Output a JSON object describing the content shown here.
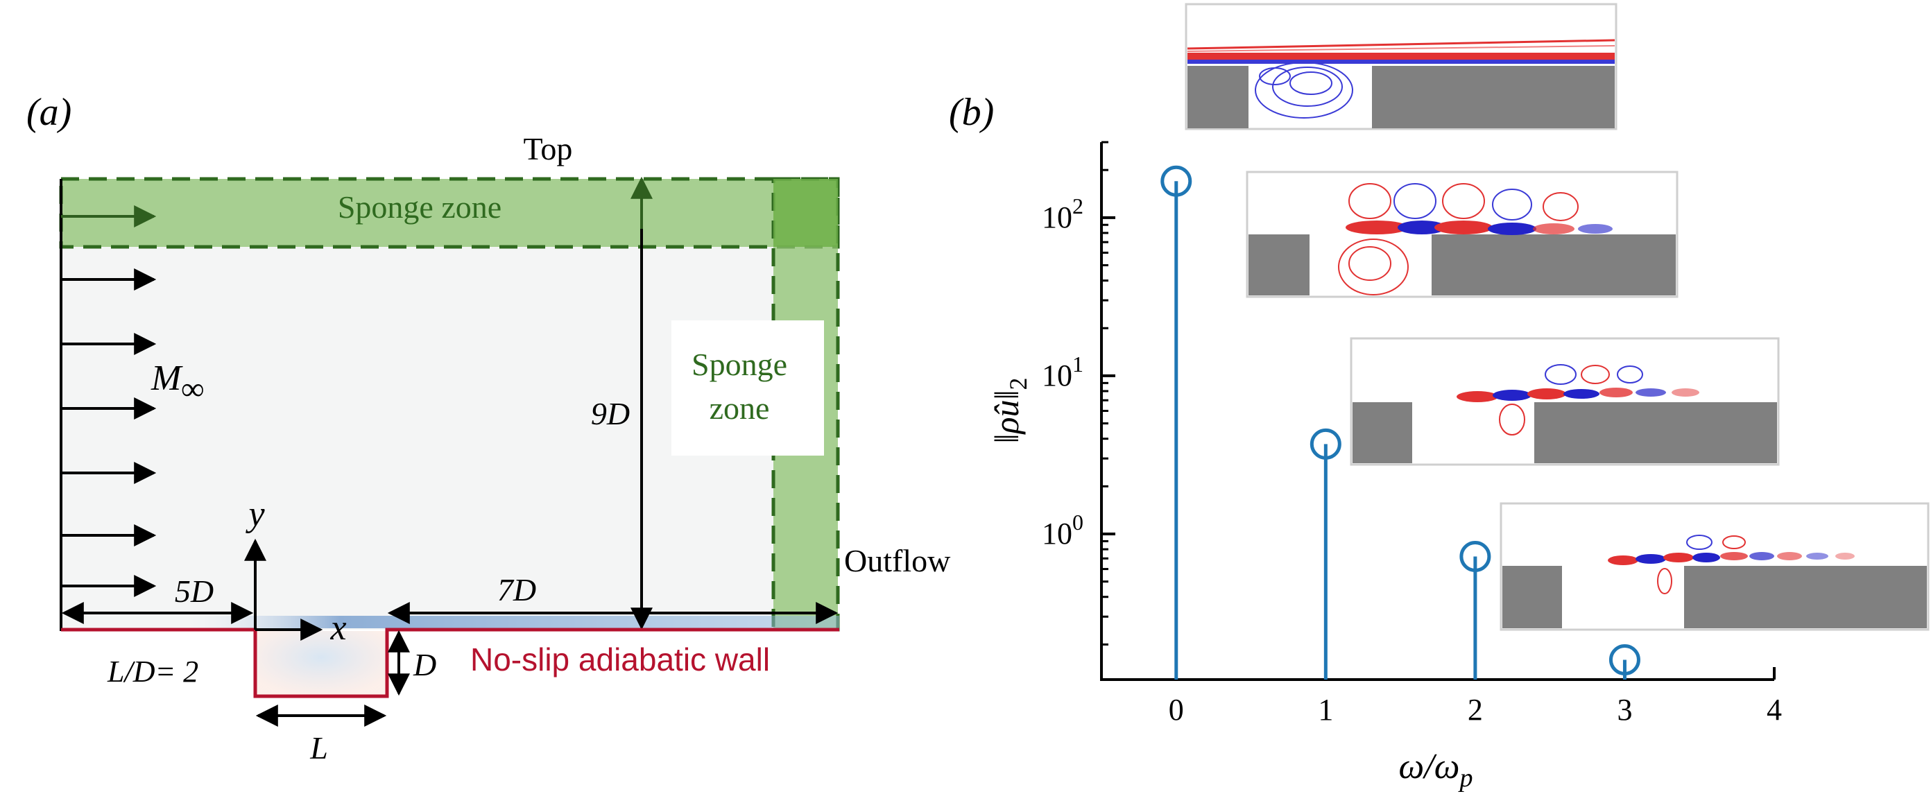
{
  "panel_a": {
    "label": "(a)",
    "top_label": "Top",
    "sponge_top_label": "Sponge zone",
    "sponge_right_line1": "Sponge",
    "sponge_right_line2": "zone",
    "outflow_label": "Outflow",
    "mach_label": "M",
    "mach_sub": "∞",
    "height_label": "9D",
    "upstream_label": "5D",
    "downstream_label": "7D",
    "x_axis_label": "x",
    "y_axis_label": "y",
    "aspect_label": "L/D= 2",
    "depth_label": "D",
    "length_label": "L",
    "wall_label": "No-slip adiabatic wall",
    "colors": {
      "sponge_fill": "#8dc26f",
      "sponge_edge": "#2f6a1f",
      "wall": "#b5122e",
      "sponge_text": "#2f6a1f"
    }
  },
  "panel_b": {
    "label": "(b)",
    "ylabel_main": "‖ρ̂u‖",
    "ylabel_sub": "2",
    "xlabel_main": "ω/ω",
    "xlabel_sub": "p",
    "inset_icons": [
      "mode-0-contour",
      "mode-1-contour",
      "mode-2-contour",
      "mode-3-contour"
    ]
  },
  "chart_data": {
    "type": "stem",
    "x": [
      0,
      1,
      2,
      3
    ],
    "values": [
      170,
      3.7,
      0.72,
      0.16
    ],
    "xlim": [
      -0.5,
      4
    ],
    "ylim": [
      0.12,
      300
    ],
    "yscale": "log",
    "xticks": [
      "0",
      "1",
      "2",
      "3",
      "4"
    ],
    "yticks": [
      {
        "value": 1,
        "base": "10",
        "exp": "0"
      },
      {
        "value": 10,
        "base": "10",
        "exp": "1"
      },
      {
        "value": 100,
        "base": "10",
        "exp": "2"
      }
    ],
    "marker_color": "#1f77b4",
    "marker": "open-circle"
  }
}
